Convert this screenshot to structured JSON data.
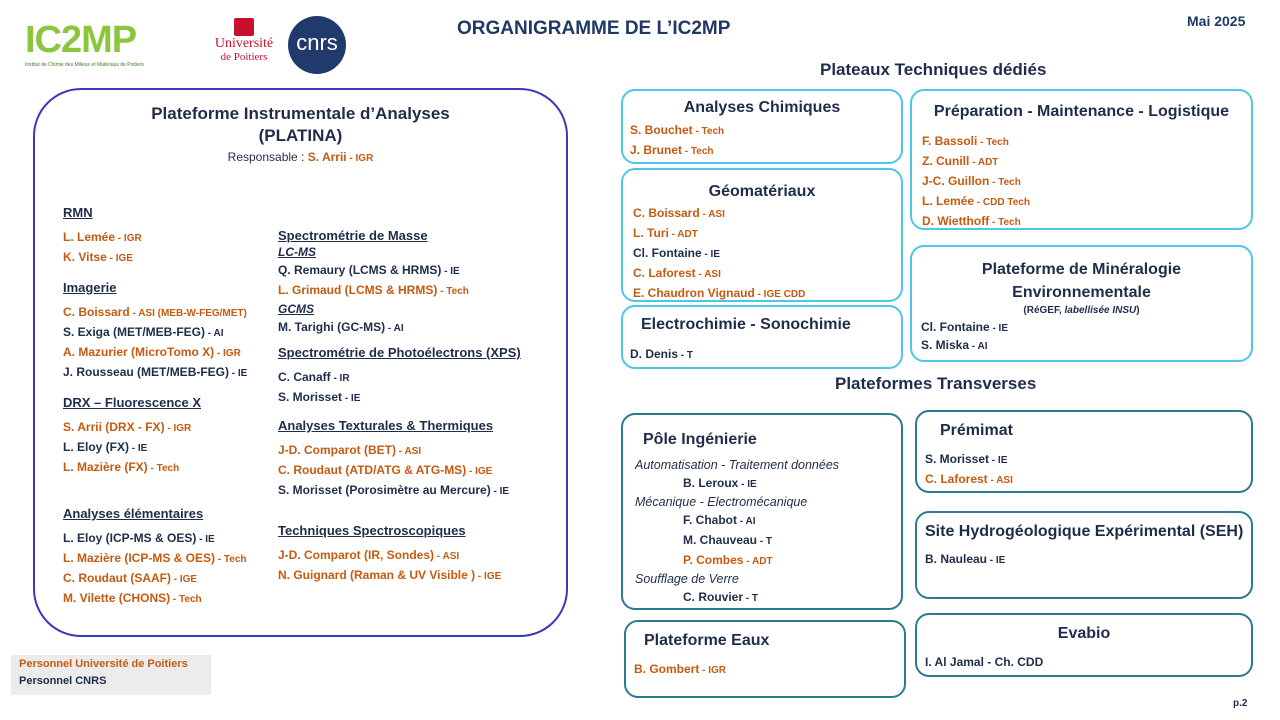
{
  "header": {
    "title": "ORGANIGRAMME DE L’IC2MP",
    "date": "Mai 2025",
    "logo_ic2mp": "IC2MP",
    "logo_ic2mp_sub": "Institut de Chimie des Milieux et Matériaux de Poitiers",
    "logo_univ_line1": "Université",
    "logo_univ_line2": "de Poitiers",
    "logo_cnrs": "cnrs"
  },
  "platina": {
    "title_line1": "Plateforme Instrumentale d’Analyses",
    "title_line2": "(PLATINA)",
    "resp_label": "Responsable : ",
    "resp_name": "S. Arrii",
    "resp_role": " - IGR",
    "left": [
      {
        "title": "RMN",
        "members": [
          {
            "name": "L. Lemée",
            "role": " - IGR",
            "org": "univ"
          },
          {
            "name": "K. Vitse",
            "role": " - IGE",
            "org": "univ"
          }
        ]
      },
      {
        "title": "Imagerie",
        "members": [
          {
            "name": "C. Boissard",
            "role": " - ASI (MEB-W-FEG/MET)",
            "org": "univ"
          },
          {
            "name": "S. Exiga (MET/MEB-FEG)",
            "role": " - AI",
            "org": "cnrs"
          },
          {
            "name": "A. Mazurier (MicroTomo X)",
            "role": " - IGR",
            "org": "univ"
          },
          {
            "name": "J. Rousseau (MET/MEB-FEG)",
            "role": " - IE",
            "org": "cnrs"
          }
        ]
      },
      {
        "title": "DRX – Fluorescence X",
        "members": [
          {
            "name": "S. Arrii (DRX - FX)",
            "role": " - IGR",
            "org": "univ"
          },
          {
            "name": "L. Eloy (FX)",
            "role": " - IE",
            "org": "cnrs"
          },
          {
            "name": "L. Mazière (FX)",
            "role": " - Tech",
            "org": "univ"
          }
        ]
      },
      {
        "title": "Analyses élémentaires",
        "members": [
          {
            "name": "L. Eloy (ICP-MS & OES)",
            "role": " - IE",
            "org": "cnrs"
          },
          {
            "name": "L. Mazière (ICP-MS & OES)",
            "role": " - Tech",
            "org": "univ"
          },
          {
            "name": "C. Roudaut (SAAF)",
            "role": " - IGE",
            "org": "univ"
          },
          {
            "name": "M. Vilette (CHONS)",
            "role": " - Tech",
            "org": "univ"
          }
        ]
      }
    ],
    "right": [
      {
        "title": "Spectrométrie de Masse",
        "sub": "LC-MS",
        "members": [
          {
            "name": "Q. Remaury (LCMS & HRMS)",
            "role": " - IE",
            "org": "cnrs"
          },
          {
            "name": "L. Grimaud (LCMS & HRMS)",
            "role": " - Tech",
            "org": "univ"
          }
        ],
        "sub2": "GCMS",
        "members2": [
          {
            "name": "M. Tarighi (GC-MS)",
            "role": " - AI",
            "org": "cnrs"
          }
        ]
      },
      {
        "title": "Spectrométrie de Photoélectrons (XPS)",
        "members": [
          {
            "name": "C. Canaff",
            "role": " - IR",
            "org": "cnrs"
          },
          {
            "name": "S. Morisset",
            "role": " - IE",
            "org": "cnrs"
          }
        ]
      },
      {
        "title": "Analyses Texturales & Thermiques",
        "members": [
          {
            "name": "J-D. Comparot (BET)",
            "role": " - ASI",
            "org": "univ"
          },
          {
            "name": "C. Roudaut (ATD/ATG & ATG-MS)",
            "role": " - IGE",
            "org": "univ"
          },
          {
            "name": "S. Morisset (Porosimètre au Mercure)",
            "role": " - IE",
            "org": "cnrs"
          }
        ]
      },
      {
        "title": "Techniques Spectroscopiques",
        "members": [
          {
            "name": "J-D. Comparot (IR, Sondes)",
            "role": " - ASI",
            "org": "univ"
          },
          {
            "name": "N. Guignard (Raman & UV Visible )",
            "role": " - IGE",
            "org": "univ"
          }
        ]
      }
    ]
  },
  "dedies": {
    "heading": "Plateaux Techniques dédiés",
    "chimiques": {
      "title": "Analyses Chimiques",
      "members": [
        {
          "name": "S. Bouchet",
          "role": " - Tech",
          "org": "univ"
        },
        {
          "name": "J. Brunet",
          "role": " - Tech",
          "org": "univ"
        }
      ]
    },
    "geomat": {
      "title": "Géomatériaux",
      "members": [
        {
          "name": "C. Boissard",
          "role": " - ASI",
          "org": "univ"
        },
        {
          "name": "L. Turi",
          "role": " - ADT",
          "org": "univ"
        },
        {
          "name": "Cl. Fontaine",
          "role": " - IE",
          "org": "cnrs"
        },
        {
          "name": "C. Laforest",
          "role": " - ASI",
          "org": "univ"
        },
        {
          "name": "E. Chaudron Vignaud",
          "role": " - IGE  CDD",
          "org": "univ"
        }
      ]
    },
    "electro": {
      "title": "Electrochimie - Sonochimie",
      "members": [
        {
          "name": "D. Denis",
          "role": " - T",
          "org": "cnrs"
        }
      ]
    },
    "prep": {
      "title": "Préparation - Maintenance - Logistique",
      "members": [
        {
          "name": "F. Bassoli",
          "role": " - Tech",
          "org": "univ"
        },
        {
          "name": "Z. Cunill",
          "role": " - ADT",
          "org": "univ"
        },
        {
          "name": "J-C. Guillon",
          "role": " - Tech",
          "org": "univ"
        },
        {
          "name": "L. Lemée",
          "role": " - CDD Tech",
          "org": "univ"
        },
        {
          "name": "D. Wietthoff",
          "role": " - Tech",
          "org": "univ"
        }
      ]
    },
    "minera": {
      "title_line1": "Plateforme de Minéralogie",
      "title_line2": "Environnementale",
      "note_a": "(RéGEF, ",
      "note_b": "labellisée INSU",
      "note_c": ")",
      "members": [
        {
          "name": "Cl. Fontaine",
          "role": " - IE",
          "org": "cnrs"
        },
        {
          "name": "S. Miska",
          "role": " - AI",
          "org": "cnrs"
        }
      ]
    }
  },
  "transverses": {
    "heading": "Plateformes Transverses",
    "pole": {
      "title": "Pôle Ingénierie",
      "groups": [
        {
          "cat": "Automatisation - Traitement données",
          "members": [
            {
              "name": "B. Leroux",
              "role": " - IE",
              "org": "cnrs"
            }
          ]
        },
        {
          "cat": "Mécanique - Electromécanique",
          "members": [
            {
              "name": "F. Chabot",
              "role": " - AI",
              "org": "cnrs"
            },
            {
              "name": "M. Chauveau",
              "role": " - T",
              "org": "cnrs"
            },
            {
              "name": "P. Combes",
              "role": " - ADT",
              "org": "univ"
            }
          ]
        },
        {
          "cat": "Soufflage de Verre",
          "members": [
            {
              "name": "C. Rouvier",
              "role": " - T",
              "org": "cnrs"
            }
          ]
        }
      ]
    },
    "eaux": {
      "title": "Plateforme Eaux",
      "members": [
        {
          "name": "B. Gombert",
          "role": " - IGR",
          "org": "univ"
        }
      ]
    },
    "premimat": {
      "title": "Prémimat",
      "members": [
        {
          "name": "S. Morisset",
          "role": " - IE",
          "org": "cnrs"
        },
        {
          "name": "C. Laforest",
          "role": " - ASI",
          "org": "univ"
        }
      ]
    },
    "seh": {
      "title": "Site Hydrogéologique Expérimental (SEH)",
      "members": [
        {
          "name": "B. Nauleau",
          "role": " - IE",
          "org": "cnrs"
        }
      ]
    },
    "evabio": {
      "title": "Evabio",
      "text": "I. Al Jamal - Ch. CDD"
    }
  },
  "legend": {
    "univ": "Personnel Université de Poitiers",
    "cnrs": "Personnel CNRS"
  },
  "page_num": "p.2",
  "colors": {
    "univ": "#c55a11",
    "cnrs": "#1f2d4a",
    "box_light": "#4ec6e8",
    "box_dark": "#2b7b90",
    "platina_border": "#3a3ab8"
  }
}
